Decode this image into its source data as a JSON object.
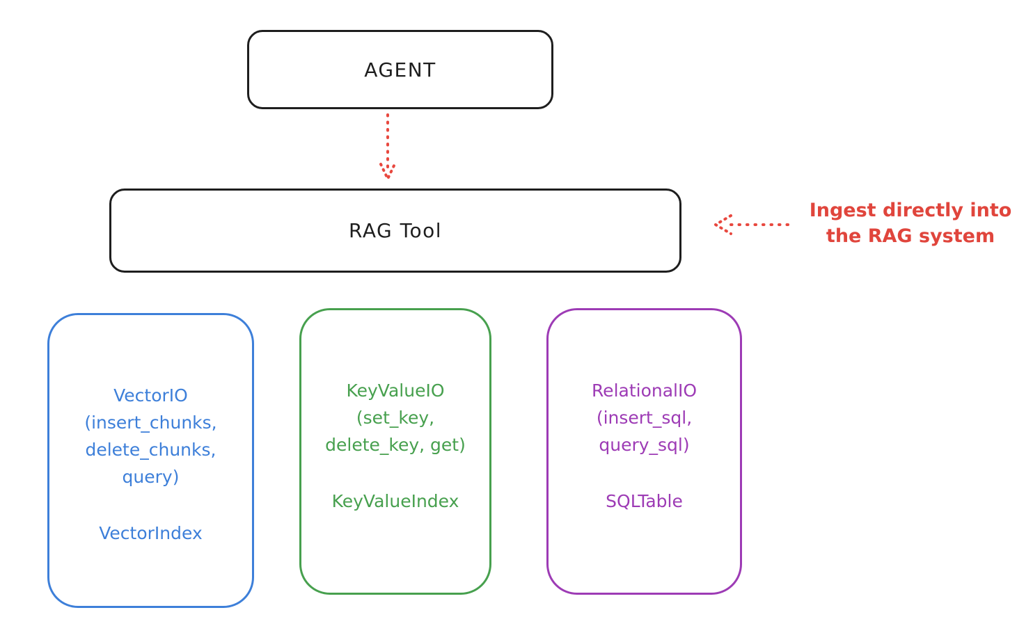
{
  "diagram": {
    "ink_color": "#1e1e1e",
    "agent": {
      "label": "AGENT"
    },
    "rag_tool": {
      "label": "RAG Tool"
    },
    "arrow_color": "#e8483f",
    "annotation": {
      "line1": "Ingest directly into",
      "line2": "the RAG system",
      "color": "#e0453c"
    },
    "modules": [
      {
        "id": "vector-io",
        "color": "#3d7fd9",
        "lines": [
          "VectorIO",
          "(insert_chunks,",
          "delete_chunks,",
          "query)"
        ],
        "index_label": "VectorIndex"
      },
      {
        "id": "keyvalue-io",
        "color": "#47a04e",
        "lines": [
          "KeyValueIO",
          "(set_key,",
          "delete_key, get)"
        ],
        "index_label": "KeyValueIndex"
      },
      {
        "id": "relational-io",
        "color": "#9d3bb5",
        "lines": [
          "RelationalIO",
          "(insert_sql,",
          "query_sql)"
        ],
        "index_label": "SQLTable"
      }
    ]
  }
}
